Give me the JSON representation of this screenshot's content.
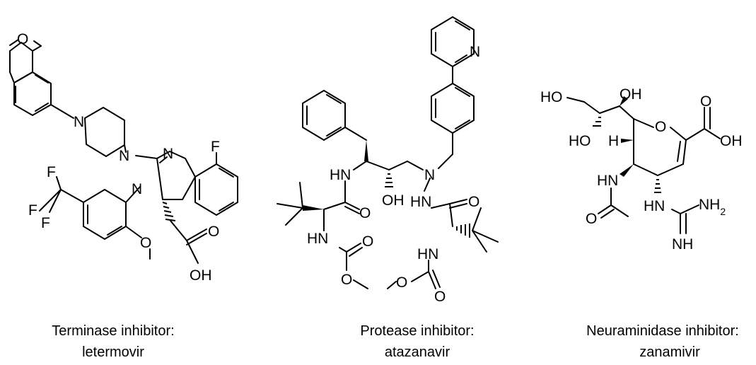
{
  "molecules": [
    {
      "class_label": "Terminase inhibitor:",
      "drug_name": "letermovir",
      "atoms": {
        "o_top": "O",
        "n_pip1": "N",
        "n_pip2": "N",
        "n_ring_top": "N",
        "n_ring": "N",
        "f": "F",
        "f1": "F",
        "f2": "F",
        "f3": "F",
        "o_ring": "O",
        "o_acid": "O",
        "oh": "OH"
      }
    },
    {
      "class_label": "Protease inhibitor:",
      "drug_name": "atazanavir",
      "atoms": {
        "n_pyr": "N",
        "hn1": "HN",
        "n_center": "N",
        "o1": "O",
        "oh": "OH",
        "hn2": "HN",
        "o2": "O",
        "hn3": "HN",
        "o3": "O",
        "o4": "O",
        "hn4": "HN",
        "o5": "O",
        "o6": "O"
      }
    },
    {
      "class_label": "Neuraminidase inhibitor:",
      "drug_name": "zanamivir",
      "atoms": {
        "ho1": "HO",
        "oh1": "OH",
        "o_acid": "O",
        "ho2": "HO",
        "h": "H",
        "o_ring": "O",
        "oh2": "OH",
        "hn1": "HN",
        "o_amide": "O",
        "hn2": "HN",
        "nh2": "NH",
        "nh2_sub": "2",
        "nh": "NH"
      }
    }
  ]
}
